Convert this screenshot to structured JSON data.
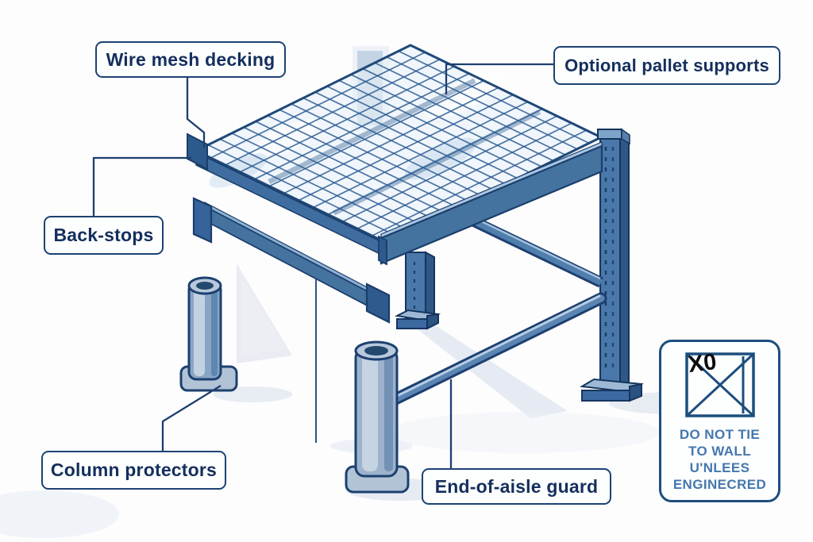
{
  "page": {
    "background": "#fdfdfe"
  },
  "labels": {
    "wire_mesh_decking": "Wire mesh decking",
    "optional_pallet_supports": "Optional pallet supports",
    "back_stops": "Back-stops",
    "column_protectors": "Column protectors",
    "end_of_aisle_guard": "End-of-aisle guard"
  },
  "warning": {
    "icon_text": "X0",
    "line1": "DO NOT TIE",
    "line2": "TO WALL",
    "line3": "U'NLEES",
    "line4": "ENGINECRED"
  },
  "colors": {
    "accent_navy": "#1b3e6b",
    "label_text": "#142f5d",
    "label_border": "#1d4273",
    "warning_text": "#4577ad",
    "warning_border": "#1d4e7d",
    "beam_blue": "#4a77a8",
    "beam_dark": "#2c5787",
    "beam_highlight": "#aac6e2",
    "mesh_line": "#2e5d94",
    "bollard_light": "#c3d2e2",
    "bollard_mid": "#8fabc9"
  }
}
